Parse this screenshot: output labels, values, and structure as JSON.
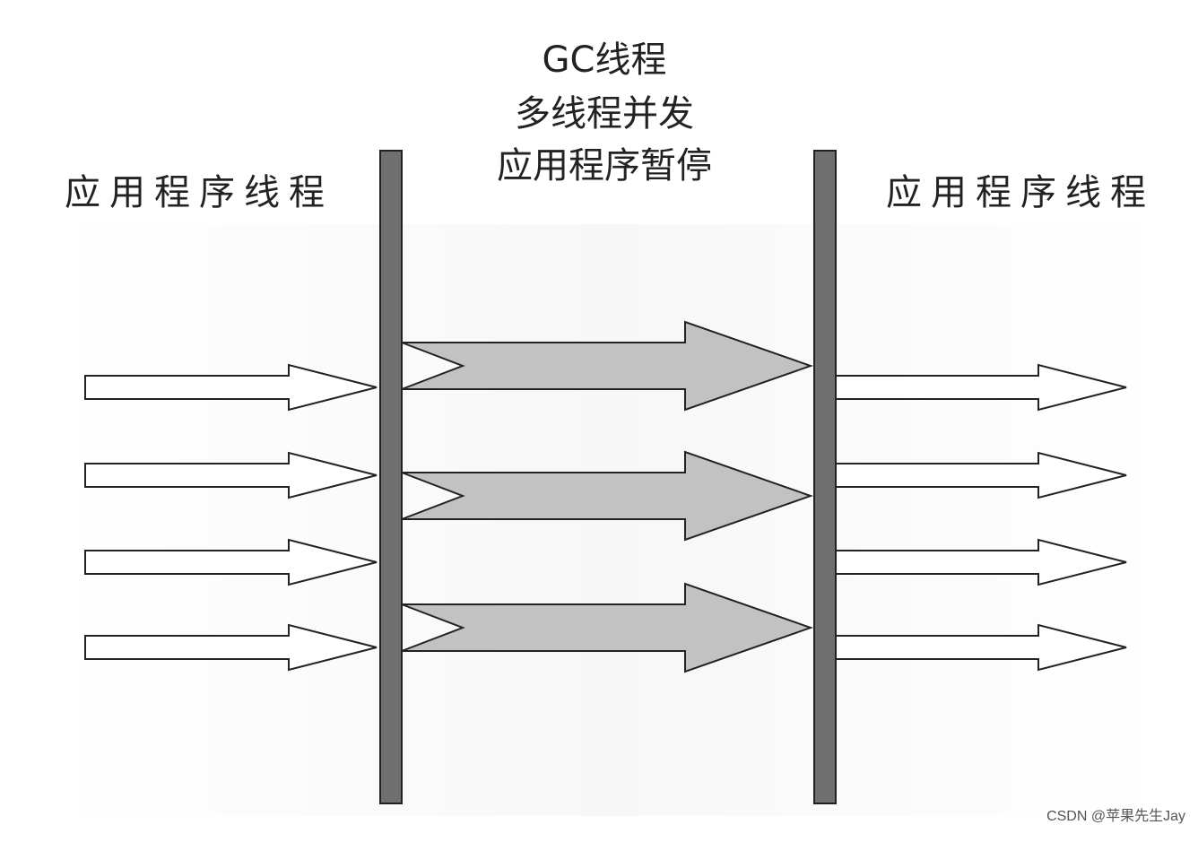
{
  "labels": {
    "left_title": "应用程序线程",
    "center_title_line1": "GC线程",
    "center_title_line2": "多线程并发",
    "center_title_line3": "应用程序暂停",
    "right_title": "应用程序线程"
  },
  "counts": {
    "app_threads_before": 4,
    "gc_threads": 3,
    "app_threads_after": 4
  },
  "colors": {
    "barrier": "#6f6f6f",
    "gc_arrow_fill": "#c2c2c2",
    "app_arrow_fill": "#ffffff",
    "stroke": "#222222"
  },
  "watermark": "CSDN @苹果先生Jay"
}
